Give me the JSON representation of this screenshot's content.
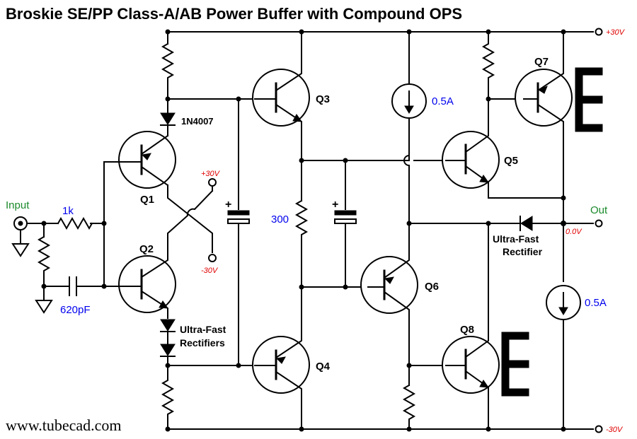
{
  "title": "Broskie SE/PP Class-A/AB Power Buffer with Compound OPS",
  "website": "www.tubecad.com",
  "rails": {
    "positive": "+30V",
    "negative": "-30V"
  },
  "labels": {
    "input": "Input",
    "output": "Out",
    "output_voltage": "0.0V",
    "r_input": "1k",
    "c_input": "620pF",
    "r_mid": "300",
    "diode_top": "1N4007",
    "diodes_bottom_1": "Ultra-Fast",
    "diodes_bottom_2": "Rectifiers",
    "diode_out_1": "Ultra-Fast",
    "diode_out_2": "Rectifier",
    "ccs_top": "0.5A",
    "ccs_bottom": "0.5A",
    "bias_pos": "+30V",
    "bias_neg": "-30V"
  },
  "transistors": [
    "Q1",
    "Q2",
    "Q3",
    "Q4",
    "Q5",
    "Q6",
    "Q7",
    "Q8"
  ],
  "colors": {
    "value_text": "#0000ee",
    "io_text": "#1a8a2a",
    "rail_text": "#e00000"
  }
}
